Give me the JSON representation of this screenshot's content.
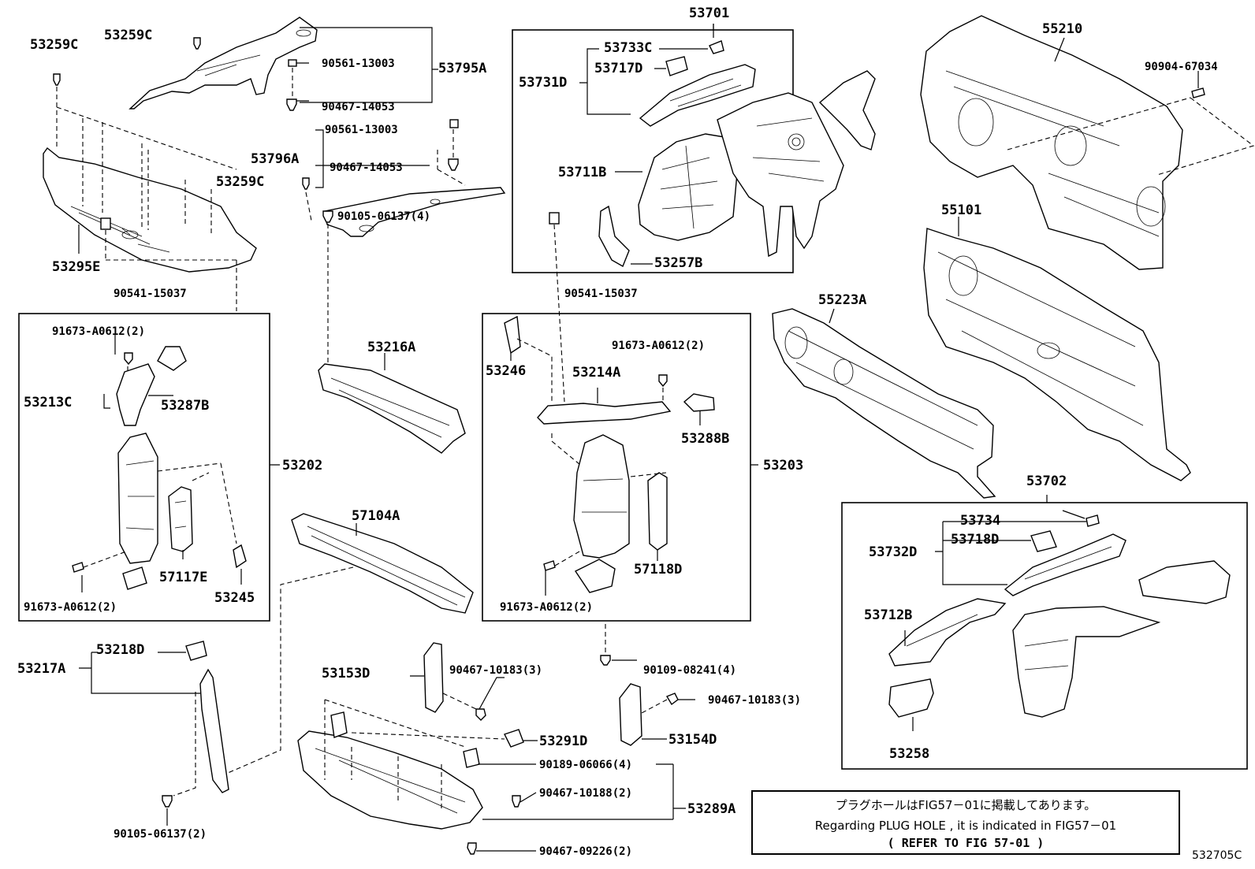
{
  "labels": {
    "l53259C_a": "53259C",
    "l53259C_b": "53259C",
    "l53259C_c": "53259C",
    "l90561_13003_a": "90561-13003",
    "l90467_14053_a": "90467-14053",
    "l53795A": "53795A",
    "l90561_13003_b": "90561-13003",
    "l90467_14053_b": "90467-14053",
    "l53796A": "53796A",
    "l53295E": "53295E",
    "l53701": "53701",
    "l53733C": "53733C",
    "l53731D": "53731D",
    "l53717D": "53717D",
    "l53711B": "53711B",
    "l53257B": "53257B",
    "l55210": "55210",
    "l90904_67034": "90904-67034",
    "l55101": "55101",
    "l55223A": "55223A",
    "l90541_15037_a": "90541-15037",
    "l90541_15037_b": "90541-15037",
    "l90105_06137_4": "90105-06137(4)",
    "l91673_a": "91673-A0612(2)",
    "l91673_b": "91673-A0612(2)",
    "l91673_c": "91673-A0612(2)",
    "l91673_d": "91673-A0612(2)",
    "l53213C": "53213C",
    "l53287B": "53287B",
    "l53202": "53202",
    "l57117E": "57117E",
    "l53245": "53245",
    "l53216A": "53216A",
    "l57104A": "57104A",
    "l53246": "53246",
    "l53214A": "53214A",
    "l53288B": "53288B",
    "l53203": "53203",
    "l57118D": "57118D",
    "l53702": "53702",
    "l53734": "53734",
    "l53718D": "53718D",
    "l53732D": "53732D",
    "l53712B": "53712B",
    "l53258": "53258",
    "l53217A": "53217A",
    "l53218D": "53218D",
    "l90105_06137_2": "90105-06137(2)",
    "l53153D": "53153D",
    "l90467_10183_a": "90467-10183(3)",
    "l90109_08241": "90109-08241(4)",
    "l90467_10183_b": "90467-10183(3)",
    "l53154D": "53154D",
    "l53291D": "53291D",
    "l90189_06066": "90189-06066(4)",
    "l90467_10188": "90467-10188(2)",
    "l53289A": "53289A",
    "l90467_09226": "90467-09226(2)"
  },
  "note": {
    "line1": "プラグホールはFIG57－01に掲載してあります。",
    "line2": "Regarding PLUG HOLE , it is indicated in FIG57－01",
    "line3": "(  REFER TO FIG 57-01 )"
  },
  "figure_ref": "532705C"
}
